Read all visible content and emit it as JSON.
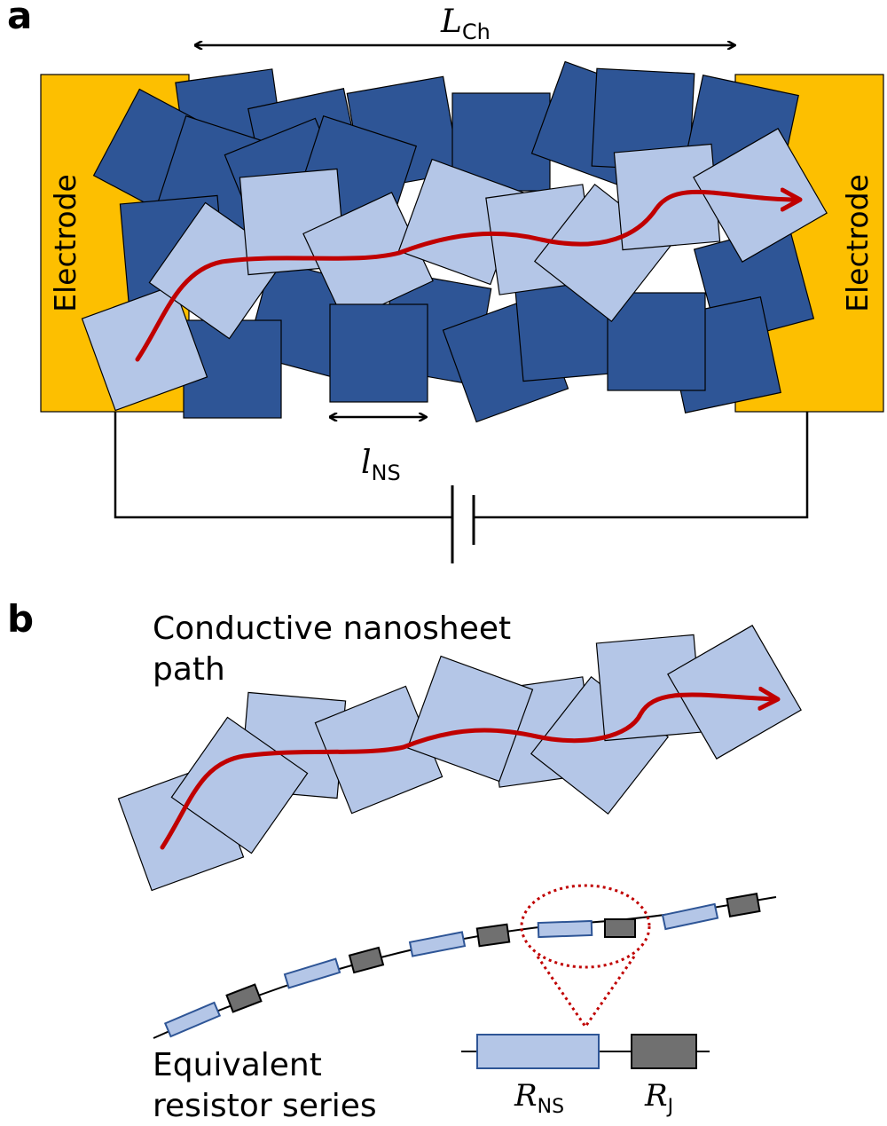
{
  "panel_a": {
    "label": "a",
    "channel_length": {
      "symbol": "L",
      "subscript": "Ch"
    },
    "nanosheet_size": {
      "symbol": "l",
      "subscript": "NS"
    },
    "electrode_left": "Electrode",
    "electrode_right": "Electrode"
  },
  "panel_b": {
    "label": "b",
    "path_title_line1": "Conductive nanosheet",
    "path_title_line2": "path",
    "resistor_title_line1": "Equivalent",
    "resistor_title_line2": "resistor series",
    "r_ns": {
      "symbol": "R",
      "subscript": "NS"
    },
    "r_j": {
      "symbol": "R",
      "subscript": "J"
    }
  },
  "colors": {
    "electrode": "#FDBF00",
    "nanosheet_dark": "#2E5596",
    "nanosheet_light": "#B4C6E7",
    "current_path": "#C00000",
    "junction": "#707070",
    "resistor_border": "#2E5596"
  }
}
